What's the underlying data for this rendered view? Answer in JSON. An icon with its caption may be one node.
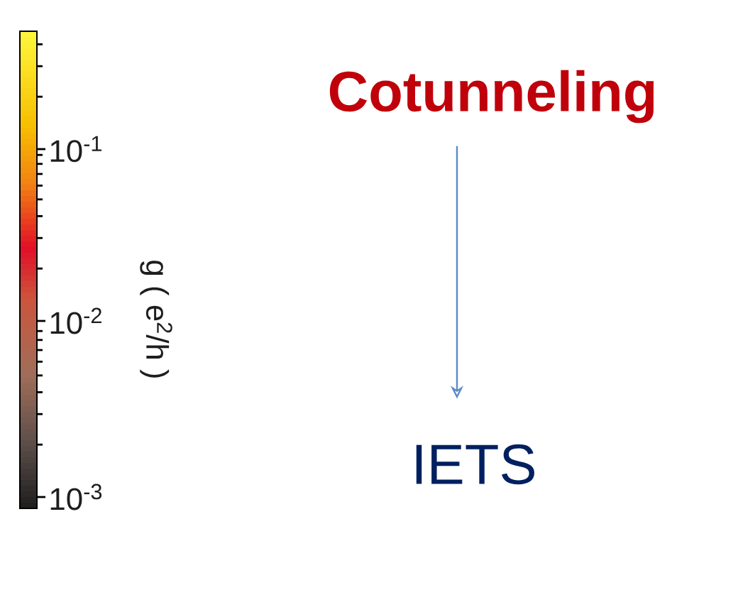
{
  "diagram": {
    "nodes": [
      {
        "text": [
          "Cotunneling"
        ]
      },
      {
        "text": [
          "IETS"
        ]
      }
    ],
    "edges": [
      {
        "from": 0,
        "to": 1,
        "arrow": "to"
      }
    ],
    "labels": [
      "10$^{-1}$",
      "g ( e$^{2}$/h )",
      "10$^{-2}$",
      "10$^{-3}$"
    ]
  }
}
